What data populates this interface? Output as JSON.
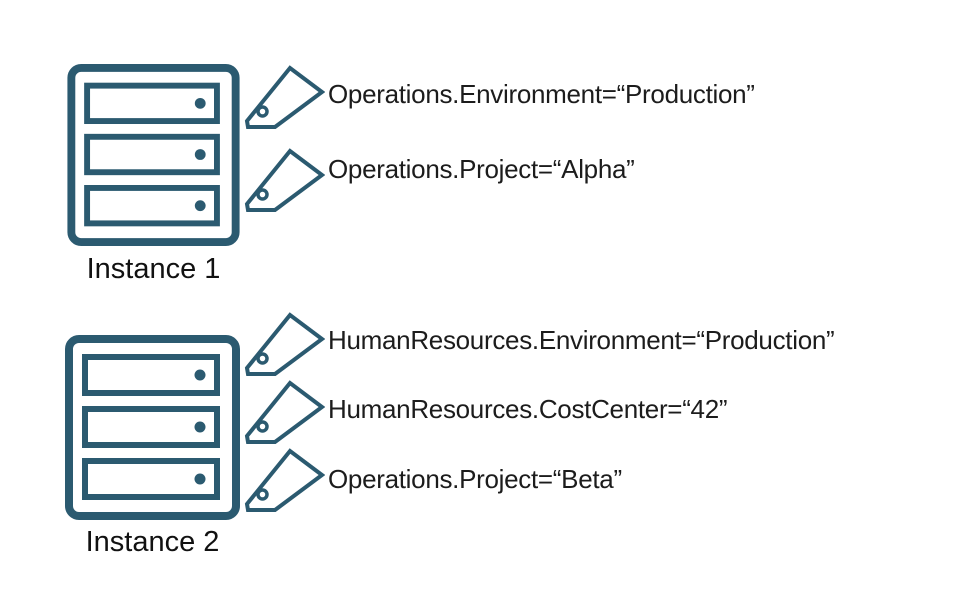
{
  "diagram": {
    "title": "",
    "colors": {
      "outline": "#2b5a70",
      "text": "#1c1c1c",
      "background": "#ffffff"
    },
    "instances": [
      {
        "label": "Instance 1",
        "tags": [
          {
            "text": "Operations.Environment=“Production”"
          },
          {
            "text": "Operations.Project=“Alpha”"
          }
        ]
      },
      {
        "label": "Instance 2",
        "tags": [
          {
            "text": "HumanResources.Environment=“Production”"
          },
          {
            "text": "HumanResources.CostCenter=“42”"
          },
          {
            "text": "Operations.Project=“Beta”"
          }
        ]
      }
    ]
  }
}
